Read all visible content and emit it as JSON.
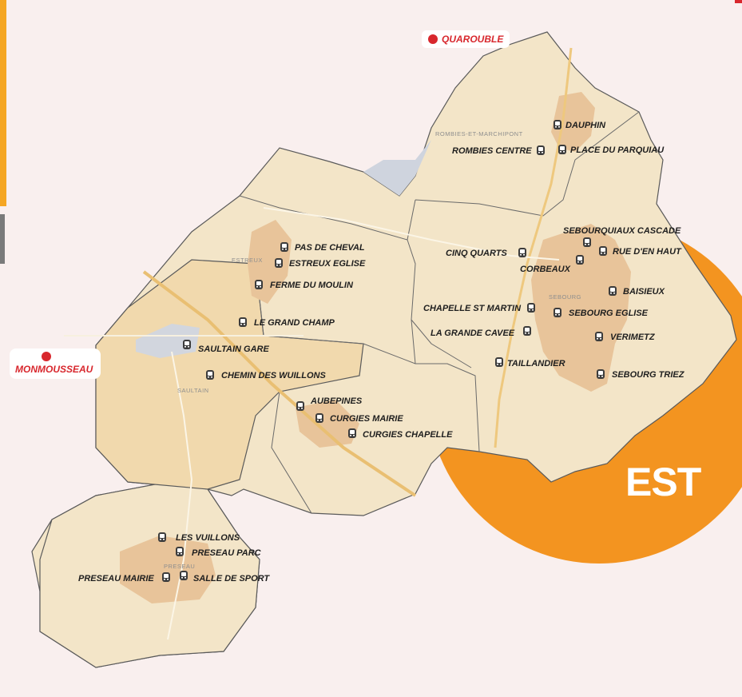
{
  "zone_label": "EST",
  "neighbour_cities": [
    {
      "name": "QUAROUBLE"
    },
    {
      "name": "MONMOUSSEAU"
    }
  ],
  "towns": [
    {
      "name": "ROMBIES-ET-MARCHIPONT"
    },
    {
      "name": "ESTREUX"
    },
    {
      "name": "SAULTAIN"
    },
    {
      "name": "SEBOURG"
    },
    {
      "name": "PRESEAU"
    }
  ],
  "stops": [
    {
      "name": "DAUPHIN"
    },
    {
      "name": "ROMBIES CENTRE"
    },
    {
      "name": "PLACE DU PARQUIAU"
    },
    {
      "name": "SEBOURQUIAUX CASCADE"
    },
    {
      "name": "RUE D'EN HAUT"
    },
    {
      "name": "CINQ QUARTS"
    },
    {
      "name": "CORBEAUX"
    },
    {
      "name": "BAISIEUX"
    },
    {
      "name": "CHAPELLE ST MARTIN"
    },
    {
      "name": "SEBOURG EGLISE"
    },
    {
      "name": "LA GRANDE CAVEE"
    },
    {
      "name": "VERIMETZ"
    },
    {
      "name": "TAILLANDIER"
    },
    {
      "name": "SEBOURG TRIEZ"
    },
    {
      "name": "PAS DE CHEVAL"
    },
    {
      "name": "ESTREUX EGLISE"
    },
    {
      "name": "FERME DU MOULIN"
    },
    {
      "name": "LE GRAND CHAMP"
    },
    {
      "name": "SAULTAIN GARE"
    },
    {
      "name": "CHEMIN DES WUILLONS"
    },
    {
      "name": "AUBEPINES"
    },
    {
      "name": "CURGIES MAIRIE"
    },
    {
      "name": "CURGIES CHAPELLE"
    },
    {
      "name": "LES VUILLONS"
    },
    {
      "name": "PRESEAU PARC"
    },
    {
      "name": "PRESEAU MAIRIE"
    },
    {
      "name": "SALLE DE SPORT"
    }
  ],
  "colors": {
    "accent_orange": "#f39420",
    "stop_icon": "#3c3c3c",
    "city_red": "#d8272d",
    "map_fill": "#f3e5c8",
    "border": "#5a5a5a"
  }
}
